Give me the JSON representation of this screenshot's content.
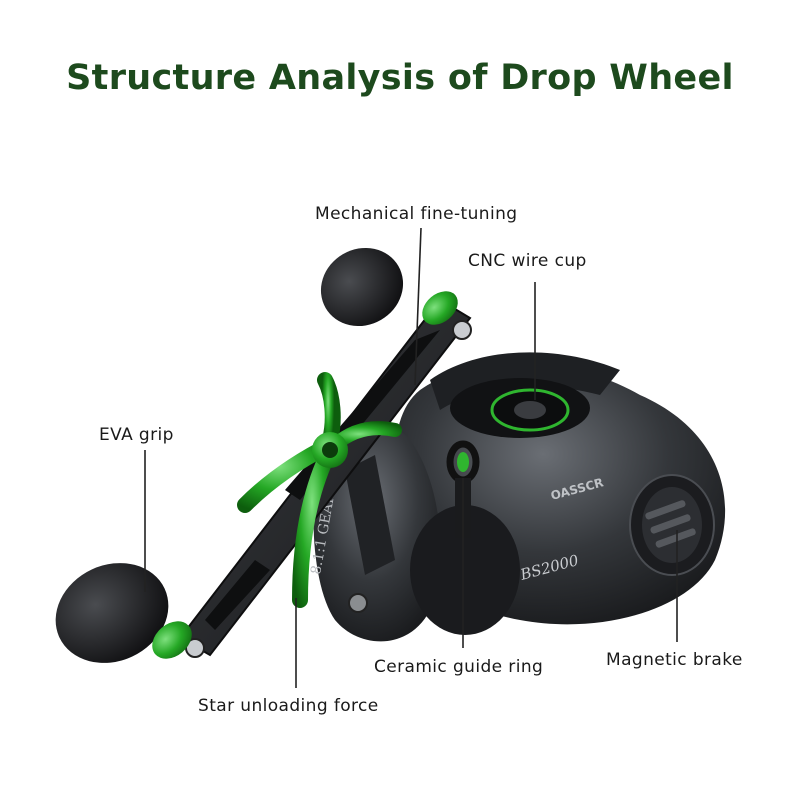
{
  "title": {
    "text": "Structure Analysis of Drop Wheel",
    "color": "#1d4a1d"
  },
  "brand": {
    "logo_text": "OASSCR",
    "model_text": "BS2000",
    "gear_ratio_text": "8.1:1 GEAR RATIO"
  },
  "colors": {
    "reel_body": "#2b2d30",
    "accent": "#2fb52f",
    "leader_line": "#222222"
  },
  "labels": {
    "mechanical_fine_tuning": "Mechanical fine-tuning",
    "cnc_wire_cup": "CNC wire cup",
    "eva_grip": "EVA grip",
    "ceramic_guide_ring": "Ceramic guide ring",
    "magnetic_brake": "Magnetic brake",
    "star_unloading_force": "Star unloading force"
  }
}
